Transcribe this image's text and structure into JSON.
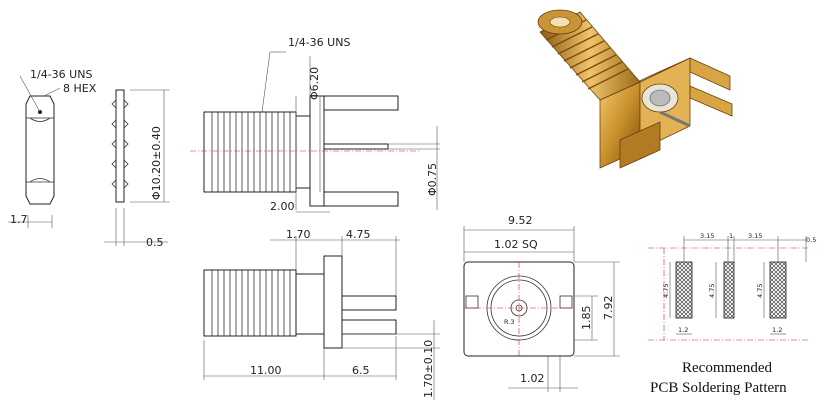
{
  "labels": {
    "nut_thread": "1/4-36 UNS",
    "nut_hex": "8 HEX",
    "nut_width": "1.7",
    "washer_thickness": "0.5",
    "washer_dia": "Φ10.20±0.40",
    "body_thread": "1/4-36 UNS",
    "flange_dia": "Φ6.20",
    "pin_dia": "Φ0.75",
    "flange_offset": "2.00",
    "side_a": "1.70",
    "side_b": "4.75",
    "side_len": "11.00",
    "side_pin": "6.5",
    "side_thick": "1.70±0.10",
    "front_w": "9.52",
    "front_sq": "1.02 SQ",
    "front_h": "7.92",
    "front_inner": "1.85",
    "front_bottom": "1.02",
    "front_r": "R.3",
    "pcb_s1": "3.15",
    "pcb_s2": "1",
    "pcb_s3": "3.15",
    "pcb_s4": "0.5",
    "pcb_pad_h1": "4.75",
    "pcb_pad_h2": "4.75",
    "pcb_pad_h3": "4.75",
    "pcb_pad_w1": "1.2",
    "pcb_pad_w2": "1.2",
    "pcb_caption_1": "Recommended",
    "pcb_caption_2": "PCB Soldering Pattern"
  }
}
